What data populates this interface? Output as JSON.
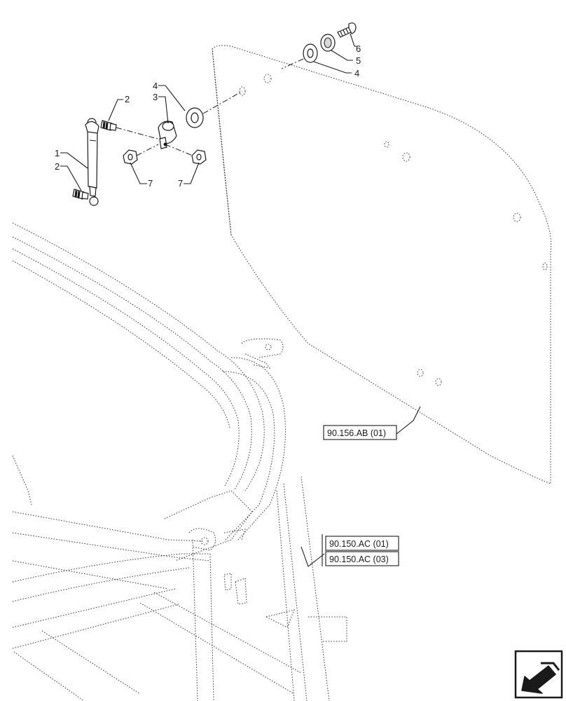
{
  "callouts": {
    "c1": "1",
    "c2a": "2",
    "c2b": "2",
    "c3": "3",
    "c4a": "4",
    "c4b": "4",
    "c5": "5",
    "c6": "6",
    "c7a": "7",
    "c7b": "7"
  },
  "references": {
    "panel": "90.156.AB (01)",
    "frame_1": "90.150.AC (01)",
    "frame_2": "90.150.AC (03)"
  },
  "nav_icon": "arrow-to-lower-left-icon"
}
